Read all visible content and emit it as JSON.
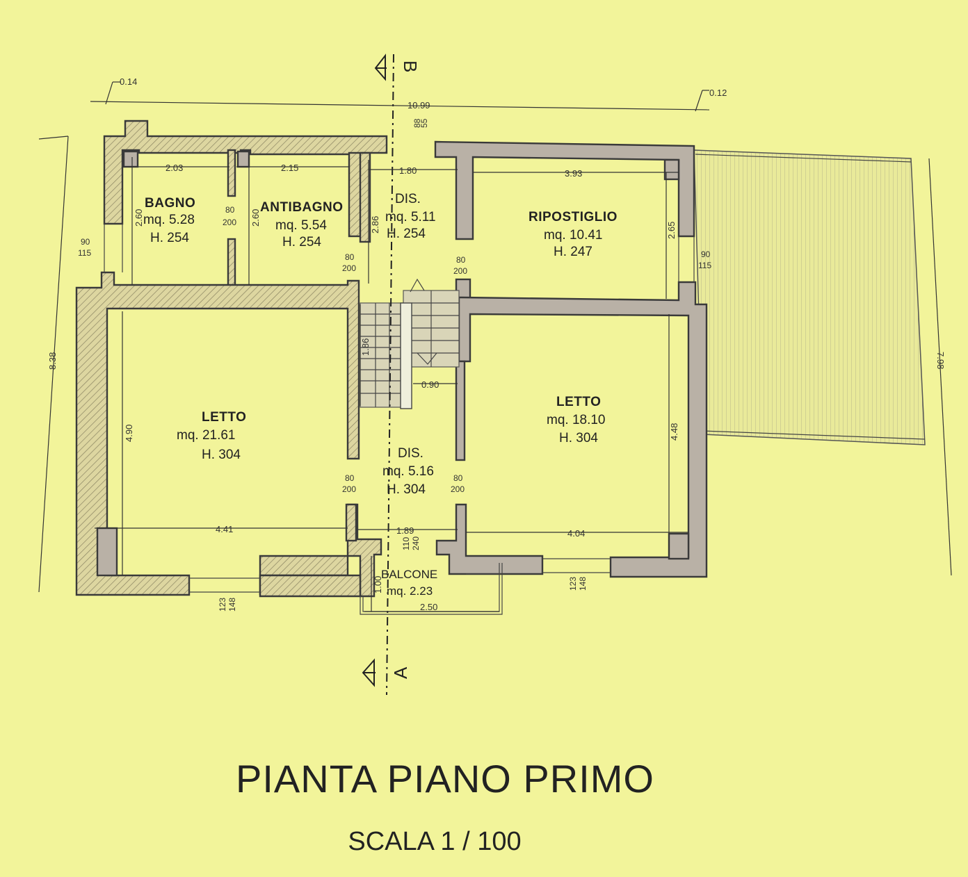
{
  "title": "PIANTA PIANO PRIMO",
  "scale": "SCALA 1 / 100",
  "sections": {
    "top": "B",
    "bottom": "A"
  },
  "rooms": [
    {
      "name": "BAGNO",
      "area": "mq. 5.28",
      "height": "H. 254"
    },
    {
      "name": "ANTIBAGNO",
      "area": "mq. 5.54",
      "height": "H. 254"
    },
    {
      "name": "DIS.",
      "area": "mq. 5.11",
      "height": "H. 254"
    },
    {
      "name": "RIPOSTIGLIO",
      "area": "mq. 10.41",
      "height": "H. 247"
    },
    {
      "name": "LETTO",
      "area": "mq. 21.61",
      "height": "H. 304"
    },
    {
      "name": "LETTO",
      "area": "mq. 18.10",
      "height": "H. 304"
    },
    {
      "name": "DIS.",
      "area": "mq. 5.16",
      "height": "H. 304"
    },
    {
      "name": "BALCONE",
      "area": "mq. 2.23",
      "height": ""
    }
  ],
  "dims": {
    "overall_width": "10.99",
    "overall_height_left": "8.38",
    "overall_height_right": "7.98",
    "offset_left": "0.14",
    "offset_right": "0.12",
    "bagno_w": "2.03",
    "antibagno_w": "2.15",
    "dis_top_w": "1.80",
    "ripostiglio_w": "3.93",
    "bagno_h": "2.60",
    "antibagno_h": "2.60",
    "dis_top_h": "2.86",
    "ripostiglio_h": "2.65",
    "stair_h": "1.86",
    "stair_w": "0.90",
    "letto_left_h": "4.90",
    "letto_right_h": "4.48",
    "letto_left_w": "4.41",
    "dis_bottom_w": "1.89",
    "letto_right_w": "4.04",
    "balcone_w": "2.50",
    "balcone_h": "1.00",
    "top_n1": "88",
    "top_n2": "55"
  },
  "openings": {
    "door_num": "80",
    "door_den": "200",
    "win_num": "90",
    "win_den": "115",
    "win_low_num": "123",
    "win_low_den": "148",
    "balc_num": "110",
    "balc_den": "240"
  }
}
